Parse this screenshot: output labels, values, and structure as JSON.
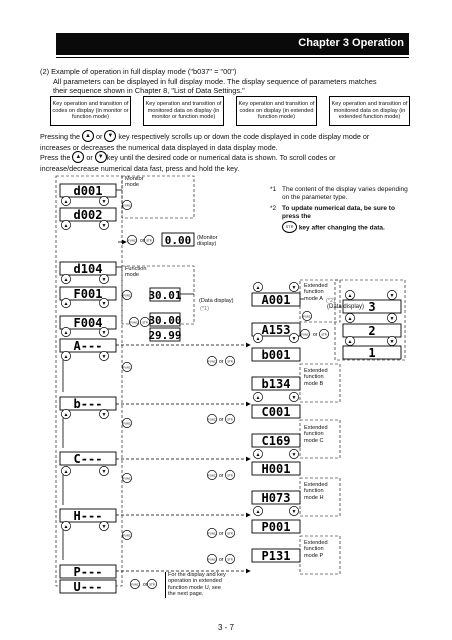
{
  "header": {
    "title": "Chapter 3 Operation"
  },
  "section": {
    "line1": "(2)  Example of operation in full display mode (\"b037\" = \"00\")",
    "line2": "All parameters can be displayed in full display mode. The display sequence of parameters matches",
    "line3": "their sequence shown in Chapter 8, \"List of Data Settings.\""
  },
  "boxes": [
    "Key operation and transition of codes on display (in monitor or function mode)",
    "Key operation and transition of monitored data on display (in monitor or function mode)",
    "Key operation and transition of codes on display (in extended function mode)",
    "Key operation and transition of monitored data on display (in extended function mode)"
  ],
  "para": {
    "p1a": "Pressing the",
    "p1b": "or",
    "p1c": "key respectively scrolls up or down the code displayed in code display mode or",
    "p2": "increases or decreases the numerical data displayed in data display mode.",
    "p3a": "Press the",
    "p3b": "or",
    "p3c": "key until the desired code or numerical data is shown. To scroll codes or",
    "p4": "increase/decrease numerical data fast, press and hold the key."
  },
  "notes": {
    "n1m": "*1",
    "n1": "The content of the display varies depending on the parameter type.",
    "n2m": "*2",
    "n2": "To update numerical data, be sure to press the",
    "n2b": "key after changing the data."
  },
  "codes": {
    "left": [
      "d001",
      "d002",
      "d104",
      "F001",
      "F004",
      "A---",
      "b---",
      "C---",
      "H---",
      "P---",
      "U---"
    ],
    "middle": [
      "0.00",
      "30.01",
      "30.00",
      "29.99"
    ],
    "ext": [
      "A001",
      "A153",
      "b001",
      "b134",
      "C001",
      "C169",
      "H001",
      "H073",
      "P001",
      "P131"
    ],
    "right": [
      "3",
      "2",
      "1"
    ]
  },
  "labels": {
    "monitor_mode": "Monitor mode",
    "monitor_display": "(Monitor display)",
    "function_mode": "Function mode",
    "data_display": "(Data display)",
    "note1_tag": "(*1)",
    "note2_tag": "(*2)",
    "ext_a": "Extended function mode A",
    "ext_b": "Extended function mode B",
    "ext_c": "Extended function mode C",
    "ext_h": "Extended function mode H",
    "ext_p": "Extended function mode P",
    "data_display_right": "(Data display)",
    "note_u": "For the display and key operation in extended function mode U, see the next page.",
    "func": "FUNC",
    "str": "STR",
    "or": "or"
  },
  "page": {
    "number": "3 - 7"
  }
}
